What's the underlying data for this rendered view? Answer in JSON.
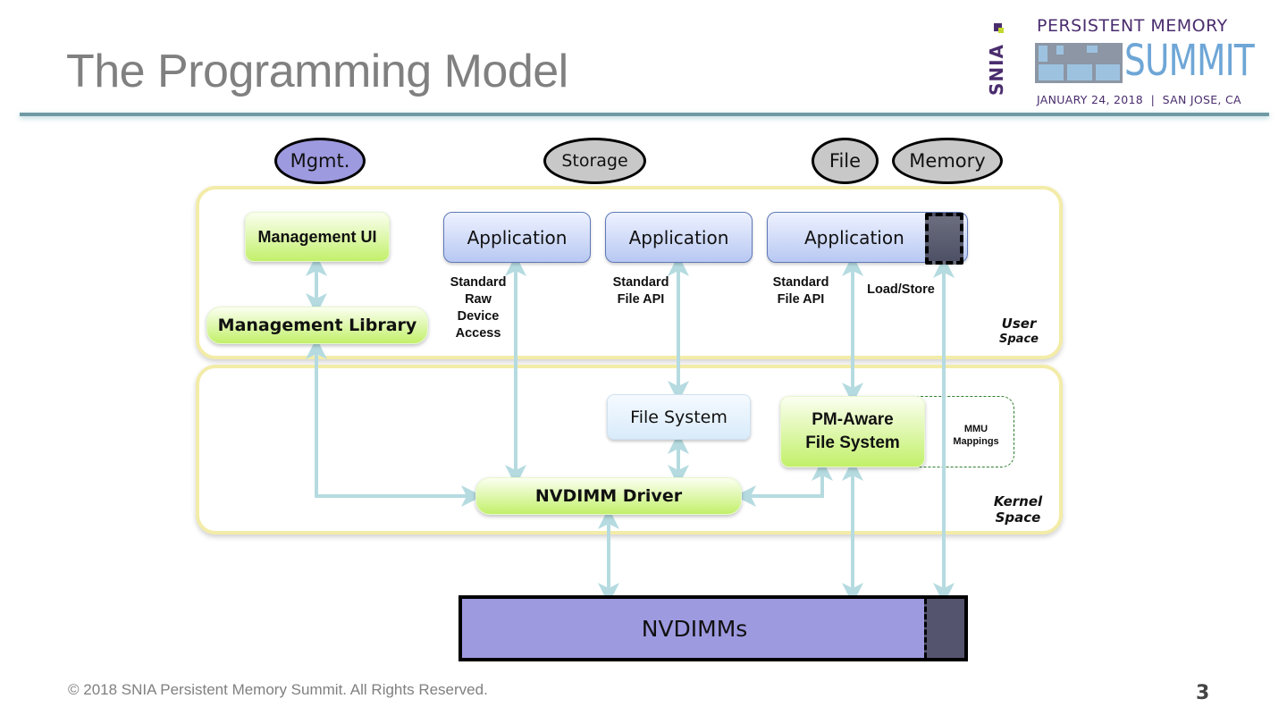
{
  "slide": {
    "title": "The Programming Model",
    "footer": "© 2018 SNIA Persistent Memory Summit. All Rights Reserved.",
    "page_number": "3"
  },
  "logo": {
    "org": "SNIA",
    "line1": "PERSISTENT MEMORY",
    "pm": "PM",
    "summit": "SUMMIT",
    "date_location": "JANUARY 24, 2018  |  SAN JOSE, CA"
  },
  "colors": {
    "title_gray": "#808080",
    "mgmt_oval": "#9e9ae0",
    "other_ovals": "#c8c8c8",
    "space_border": "#f3eca8",
    "arrow": "#b5dbe0",
    "nvdimm_fill": "#9e9ae0",
    "nvdimm_dark": "#55546f",
    "green_top": "#fbfff0",
    "green_bottom": "#c2f06a",
    "app_blue": "#b8c8f2",
    "mmu_border": "#2e7d2e"
  },
  "diagram": {
    "categories": [
      {
        "id": "mgmt",
        "label": "Mgmt."
      },
      {
        "id": "storage",
        "label": "Storage"
      },
      {
        "id": "file",
        "label": "File"
      },
      {
        "id": "memory",
        "label": "Memory"
      }
    ],
    "user_space": {
      "label_line1": "User",
      "label_line2": "Space",
      "management_ui": "Management UI",
      "management_library": "Management Library",
      "applications": [
        "Application",
        "Application",
        "Application"
      ],
      "interfaces": {
        "raw": [
          "Standard",
          "Raw",
          "Device",
          "Access"
        ],
        "file_api_1": [
          "Standard",
          "File API"
        ],
        "file_api_2": [
          "Standard",
          "File API"
        ],
        "load_store": "Load/Store"
      }
    },
    "kernel_space": {
      "label_line1": "Kernel",
      "label_line2": "Space",
      "file_system": "File System",
      "pm_aware_fs": [
        "PM-Aware",
        "File System"
      ],
      "mmu_mappings": [
        "MMU",
        "Mappings"
      ],
      "nvdimm_driver": "NVDIMM Driver"
    },
    "hardware": {
      "nvdimms": "NVDIMMs"
    },
    "connections": [
      {
        "from": "Management UI",
        "to": "Management Library",
        "direction": "both"
      },
      {
        "from": "Management Library",
        "to": "NVDIMM Driver",
        "direction": "both"
      },
      {
        "from": "Application (Storage)",
        "to": "NVDIMM Driver",
        "via": "Standard Raw Device Access",
        "direction": "both"
      },
      {
        "from": "Application (File)",
        "to": "File System",
        "via": "Standard File API",
        "direction": "both"
      },
      {
        "from": "File System",
        "to": "NVDIMM Driver",
        "direction": "both"
      },
      {
        "from": "Application (Memory)",
        "to": "PM-Aware File System",
        "via": "Standard File API",
        "direction": "both"
      },
      {
        "from": "PM-Aware File System",
        "to": "NVDIMM Driver",
        "direction": "both"
      },
      {
        "from": "PM-Aware File System",
        "to": "NVDIMMs",
        "direction": "both"
      },
      {
        "from": "NVDIMM Driver",
        "to": "NVDIMMs",
        "direction": "both"
      },
      {
        "from": "Application (Memory) mapped region",
        "to": "NVDIMMs",
        "via": "Load/Store",
        "direction": "both"
      }
    ]
  }
}
